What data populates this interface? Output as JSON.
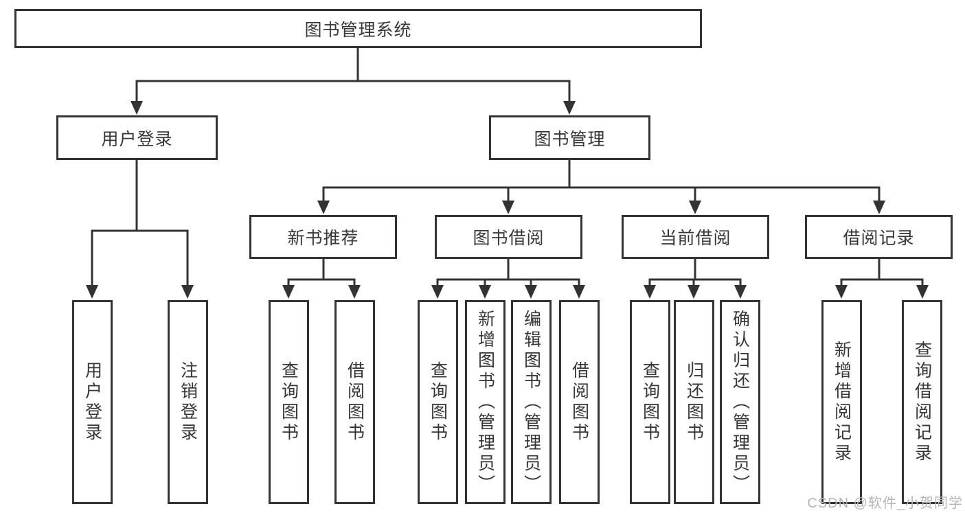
{
  "diagram": {
    "title": "图书管理系统",
    "branches": {
      "user_login": {
        "label": "用户登录",
        "children": {
          "login": "用户登录",
          "logout": "注销登录"
        }
      },
      "book_mgmt": {
        "label": "图书管理",
        "sections": {
          "new_book": {
            "label": "新书推荐",
            "children": {
              "query": "查询图书",
              "borrow": "借阅图书"
            }
          },
          "borrowing": {
            "label": "图书借阅",
            "children": {
              "query": "查询图书",
              "add": "新增图书（管理员）",
              "edit": "编辑图书（管理员）",
              "borrow": "借阅图书"
            }
          },
          "current": {
            "label": "当前借阅",
            "children": {
              "query": "查询图书",
              "return": "归还图书",
              "confirm": "确认归还（管理员）"
            }
          },
          "records": {
            "label": "借阅记录",
            "children": {
              "add": "新增借阅记录",
              "query": "查询借阅记录"
            }
          }
        }
      }
    }
  },
  "watermark": "CSDN @软件_小贺同学"
}
